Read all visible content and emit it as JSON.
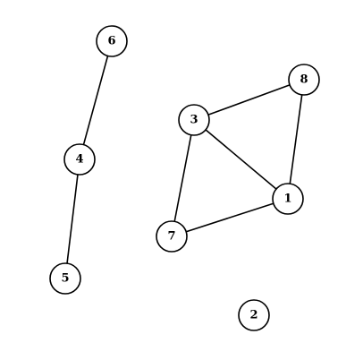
{
  "graph": {
    "nodes": [
      {
        "id": "1",
        "label": "1"
      },
      {
        "id": "2",
        "label": "2"
      },
      {
        "id": "3",
        "label": "3"
      },
      {
        "id": "4",
        "label": "4"
      },
      {
        "id": "5",
        "label": "5"
      },
      {
        "id": "6",
        "label": "6"
      },
      {
        "id": "7",
        "label": "7"
      },
      {
        "id": "8",
        "label": "8"
      }
    ],
    "edges": [
      {
        "source": "6",
        "target": "4"
      },
      {
        "source": "4",
        "target": "5"
      },
      {
        "source": "3",
        "target": "8"
      },
      {
        "source": "3",
        "target": "1"
      },
      {
        "source": "3",
        "target": "7"
      },
      {
        "source": "8",
        "target": "1"
      },
      {
        "source": "7",
        "target": "1"
      }
    ]
  }
}
